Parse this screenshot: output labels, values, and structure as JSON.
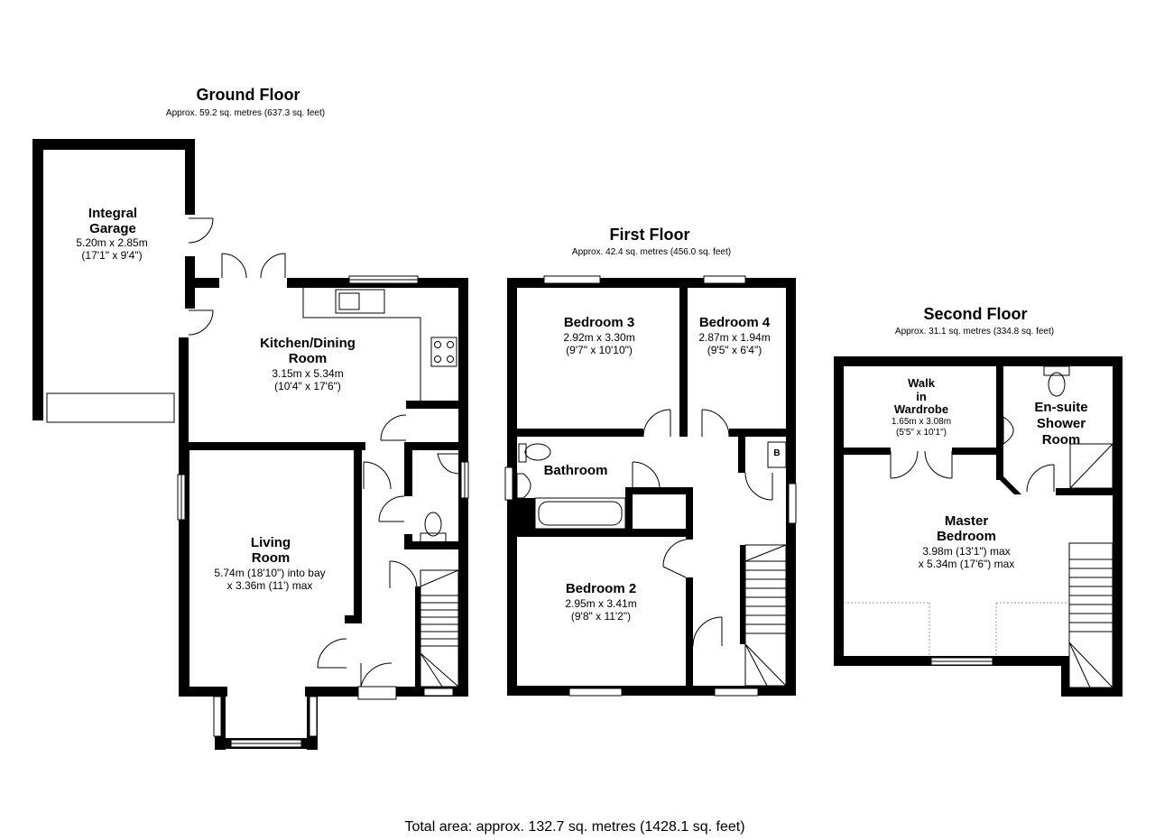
{
  "floors": {
    "ground": {
      "title": "Ground Floor",
      "area": "Approx. 59.2 sq. metres (637.3 sq. feet)"
    },
    "first": {
      "title": "First Floor",
      "area": "Approx. 42.4 sq. metres (456.0 sq. feet)"
    },
    "second": {
      "title": "Second Floor",
      "area": "Approx. 31.1 sq. metres (334.8 sq. feet)"
    }
  },
  "rooms": {
    "garage": {
      "name1": "Integral",
      "name2": "Garage",
      "dim1": "5.20m x 2.85m",
      "dim2": "(17'1\" x 9'4\")"
    },
    "kitchen": {
      "name1": "Kitchen/Dining",
      "name2": "Room",
      "dim1": "3.15m x 5.34m",
      "dim2": "(10'4\" x 17'6\")"
    },
    "living": {
      "name1": "Living",
      "name2": "Room",
      "dim1": "5.74m (18'10\") into bay",
      "dim2": "x 3.36m (11') max"
    },
    "bedroom3": {
      "name": "Bedroom 3",
      "dim1": "2.92m x 3.30m",
      "dim2": "(9'7\" x 10'10\")"
    },
    "bedroom4": {
      "name": "Bedroom 4",
      "dim1": "2.87m x 1.94m",
      "dim2": "(9'5\" x 6'4\")"
    },
    "bathroom": {
      "name": "Bathroom"
    },
    "bedroom2": {
      "name": "Bedroom 2",
      "dim1": "2.95m x 3.41m",
      "dim2": "(9'8\" x 11'2\")"
    },
    "boiler": {
      "label": "B"
    },
    "wardrobe": {
      "name1": "Walk",
      "name2": "in",
      "name3": "Wardrobe",
      "dim1": "1.65m x 3.08m",
      "dim2": "(5'5\" x 10'1\")"
    },
    "ensuite": {
      "name1": "En-suite",
      "name2": "Shower",
      "name3": "Room"
    },
    "master": {
      "name1": "Master",
      "name2": "Bedroom",
      "dim1": "3.98m (13'1\") max",
      "dim2": "x 5.34m (17'6\") max"
    }
  },
  "total_area": "Total area: approx. 132.7 sq. metres (1428.1 sq. feet)"
}
